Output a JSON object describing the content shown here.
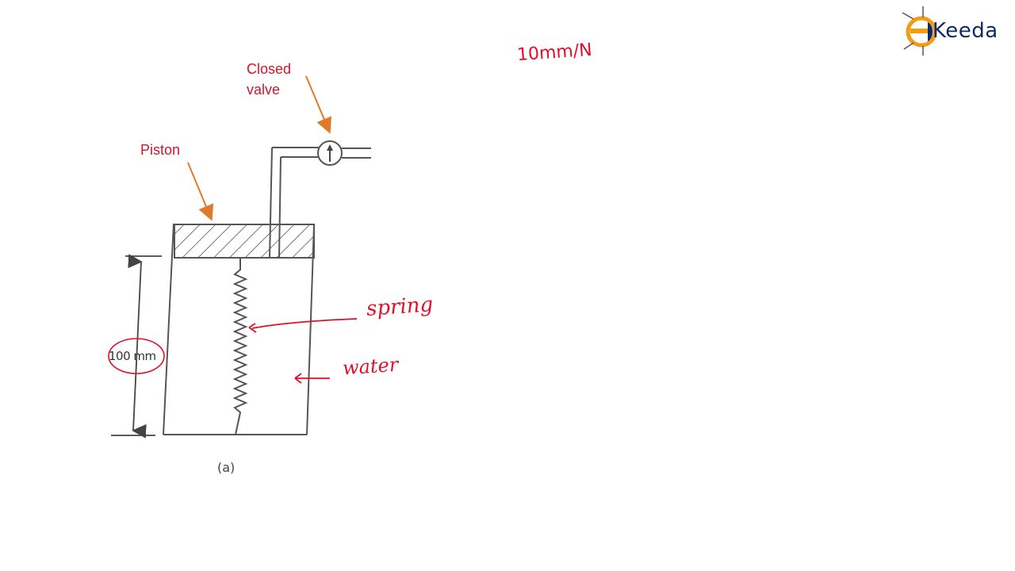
{
  "diagram": {
    "label_closed_valve": "Closed\nvalve",
    "label_piston": "Piston",
    "dimension_label": "100 mm",
    "caption": "(a)"
  },
  "annotations": {
    "spring": "spring",
    "water": "water",
    "rate": "10mm/N"
  },
  "brand": {
    "logo_text": "Keeda",
    "accent_color": "#f39c12",
    "brand_color": "#0e2a6b"
  },
  "colors": {
    "label_red": "#d0142c",
    "pointer_orange": "#e07a2a",
    "ink": "#555555"
  }
}
